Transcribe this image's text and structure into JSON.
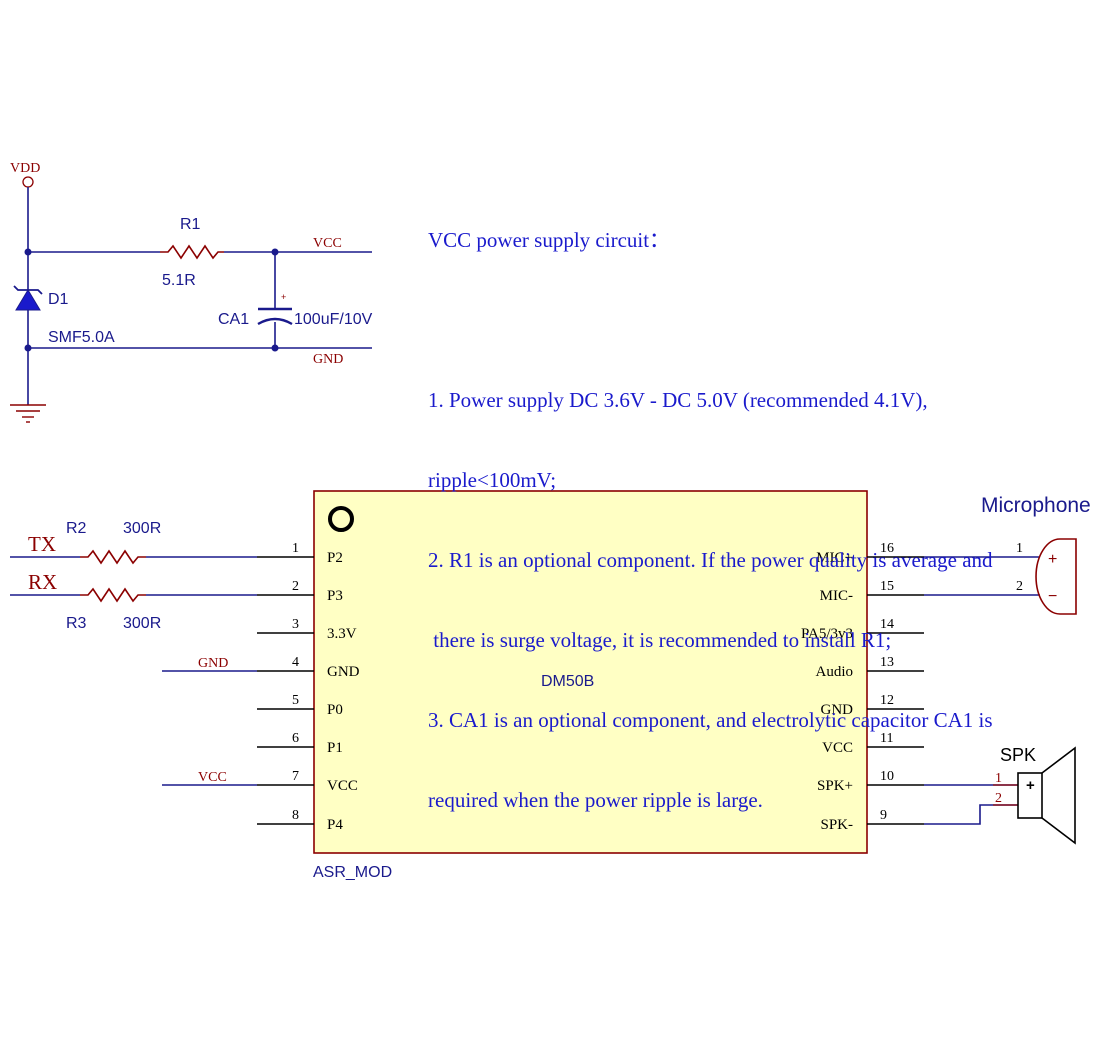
{
  "power_circuit": {
    "vdd_label": "VDD",
    "vcc_net": "VCC",
    "gnd_net": "GND",
    "r1": {
      "ref": "R1",
      "value": "5.1R"
    },
    "d1": {
      "ref": "D1",
      "value": "SMF5.0A"
    },
    "ca1": {
      "ref": "CA1",
      "value": "100uF/10V",
      "polarity": "+"
    }
  },
  "notes": {
    "title": "VCC power supply circuit：",
    "line1a": "1. Power supply DC 3.6V - DC 5.0V (recommended 4.1V),",
    "line1b": "ripple<100mV;",
    "line2a": "2. R1 is an optional component. If the power quality is average and",
    "line2b": " there is surge voltage, it is recommended to install R1;",
    "line3a": "3. CA1 is an optional component, and electrolytic capacitor CA1 is",
    "line3b": "required when the power ripple is large."
  },
  "module": {
    "name": "DM50B",
    "designator": "ASR_MOD",
    "left_pins": [
      {
        "num": "1",
        "name": "P2"
      },
      {
        "num": "2",
        "name": "P3"
      },
      {
        "num": "3",
        "name": "3.3V"
      },
      {
        "num": "4",
        "name": "GND"
      },
      {
        "num": "5",
        "name": "P0"
      },
      {
        "num": "6",
        "name": "P1"
      },
      {
        "num": "7",
        "name": "VCC"
      },
      {
        "num": "8",
        "name": "P4"
      }
    ],
    "right_pins": [
      {
        "num": "16",
        "name": "MIC+"
      },
      {
        "num": "15",
        "name": "MIC-"
      },
      {
        "num": "14",
        "name": "PA5/3v3"
      },
      {
        "num": "13",
        "name": "Audio"
      },
      {
        "num": "12",
        "name": "GND"
      },
      {
        "num": "11",
        "name": "VCC"
      },
      {
        "num": "10",
        "name": "SPK+"
      },
      {
        "num": "9",
        "name": "SPK-"
      }
    ]
  },
  "uart": {
    "tx_label": "TX",
    "rx_label": "RX",
    "r2": {
      "ref": "R2",
      "value": "300R"
    },
    "r3": {
      "ref": "R3",
      "value": "300R"
    }
  },
  "net_labels": {
    "gnd": "GND",
    "vcc": "VCC"
  },
  "microphone": {
    "label": "Microphone",
    "pin1": "1",
    "pin2": "2",
    "plus": "+",
    "minus": "−"
  },
  "speaker": {
    "label": "SPK",
    "pin1": "1",
    "pin2": "2",
    "plus": "+"
  },
  "colors": {
    "wire": "#1a1a8c",
    "net_label": "#8b0000",
    "component": "#8b0000",
    "text_blue": "#1a1acc",
    "chip_fill": "#ffffc4",
    "chip_border": "#8b0000"
  }
}
